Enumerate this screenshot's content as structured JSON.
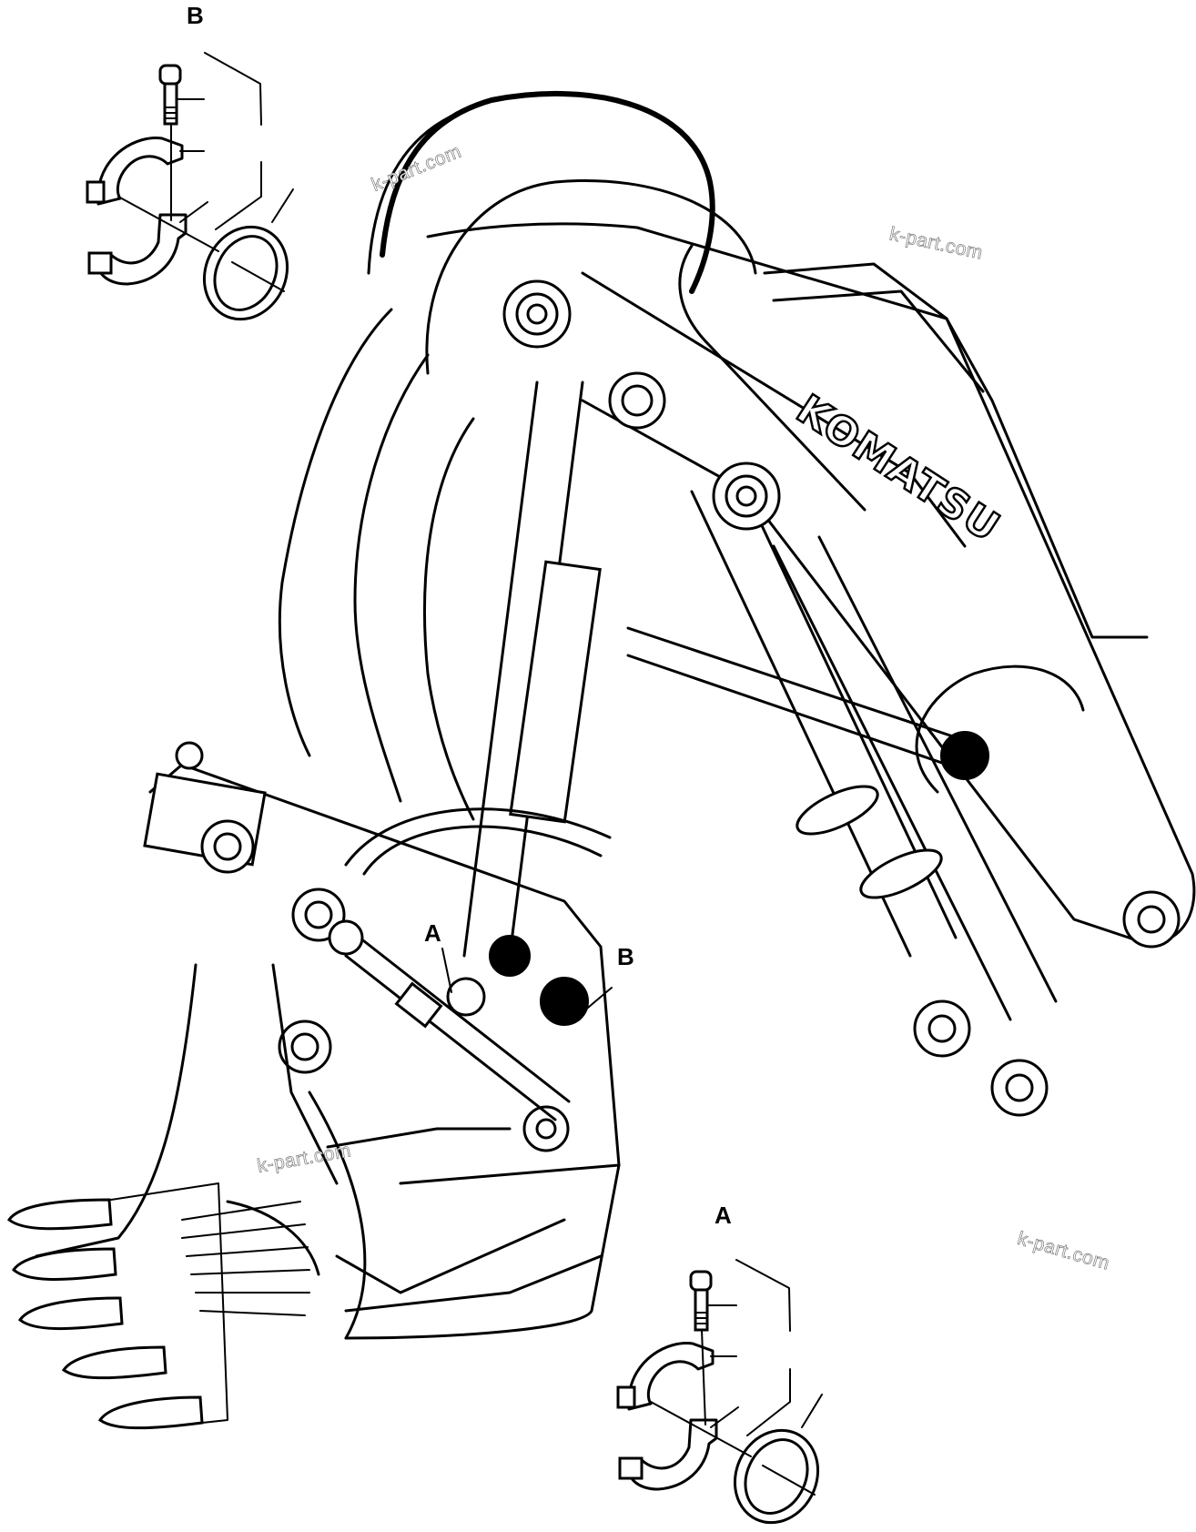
{
  "diagram": {
    "subject": "Excavator arm with bucket — hydraulic hose clamp installation",
    "brand_text": "KOMATSU",
    "callouts": [
      {
        "id": "detail-b-title",
        "label": "B"
      },
      {
        "id": "pointer-a",
        "label": "A"
      },
      {
        "id": "pointer-b",
        "label": "B"
      },
      {
        "id": "detail-a-title",
        "label": "A"
      }
    ],
    "details": [
      {
        "label": "B",
        "parts": [
          "bolt",
          "clamp-upper-half",
          "clamp-lower-half",
          "o-ring"
        ]
      },
      {
        "label": "A",
        "parts": [
          "bolt",
          "clamp-upper-half",
          "clamp-lower-half",
          "o-ring"
        ]
      }
    ],
    "watermarks": [
      "k-part.com",
      "k-part.com",
      "k-part.com",
      "k-part.com"
    ],
    "colors": {
      "line": "#000000",
      "background": "#ffffff",
      "watermark": "#7a7a7a"
    }
  }
}
